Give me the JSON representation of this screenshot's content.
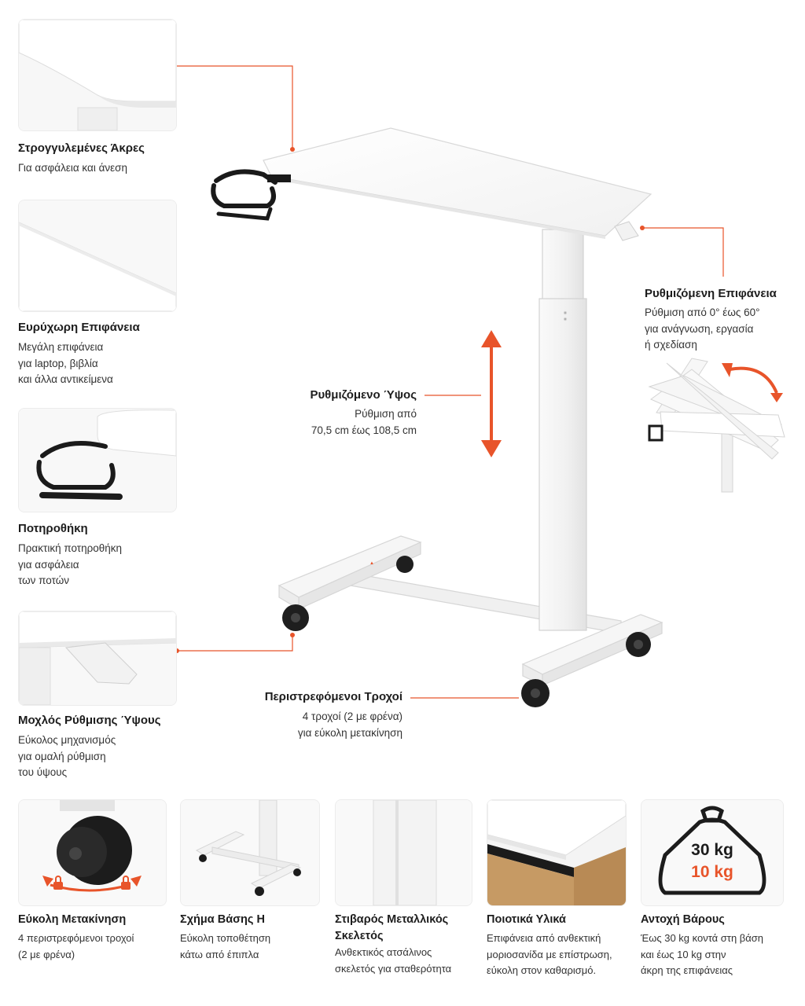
{
  "features": {
    "rounded_edges": {
      "title": "Στρογγυλεμένες Άκρες",
      "lines": [
        "Για ασφάλεια και άνεση"
      ]
    },
    "spacious_surface": {
      "title": "Ευρύχωρη Επιφάνεια",
      "lines": [
        "Μεγάλη επιφάνεια",
        "για laptop, βιβλία",
        "και άλλα αντικείμενα"
      ]
    },
    "cup_holder": {
      "title": "Ποτηροθήκη",
      "lines": [
        "Πρακτική ποτηροθήκη",
        "για ασφάλεια",
        "των ποτών"
      ]
    },
    "height_lever": {
      "title": "Μοχλός Ρύθμισης Ύψους",
      "lines": [
        "Εύκολος μηχανισμός",
        "για ομαλή ρύθμιση",
        "του ύψους"
      ]
    }
  },
  "callouts": {
    "height": {
      "title": "Ρυθμιζόμενο Ύψος",
      "lines": [
        "Ρύθμιση από",
        "70,5 cm έως 108,5 cm"
      ]
    },
    "tilt": {
      "title": "Ρυθμιζόμενη Επιφάνεια",
      "lines": [
        "Ρύθμιση από 0° έως 60°",
        "για ανάγνωση, εργασία",
        "ή σχεδίαση"
      ]
    },
    "casters": {
      "title": "Περιστρεφόμενοι Τροχοί",
      "lines": [
        "4 τροχοί (2 με φρένα)",
        "για εύκολη μετακίνηση"
      ]
    }
  },
  "bottom": [
    {
      "title": [
        "Εύκολη Μετακίνηση"
      ],
      "lines": [
        "4 περιστρεφόμενοι τροχοί",
        "(2 με φρένα)"
      ]
    },
    {
      "title": [
        "Σχήμα Βάσης Η"
      ],
      "lines": [
        "Εύκολη τοποθέτηση",
        "κάτω από έπιπλα"
      ]
    },
    {
      "title": [
        "Στιβαρός Μεταλλικός",
        "Σκελετός"
      ],
      "lines": [
        "Ανθεκτικός ατσάλινος",
        "σκελετός για σταθερότητα"
      ]
    },
    {
      "title": [
        "Ποιοτικά Υλικά"
      ],
      "lines": [
        "Επιφάνεια από ανθεκτική",
        "μοριοσανίδα με επίστρωση,",
        "εύκολη στον καθαρισμό."
      ]
    },
    {
      "title": [
        "Αντοχή Βάρους"
      ],
      "lines": [
        "Έως 30 kg κοντά στη βάση",
        "και έως 10 kg στην",
        "άκρη της επιφάνειας"
      ]
    }
  ],
  "weight_badge": {
    "base": "30 kg",
    "edge": "10 kg"
  },
  "colors": {
    "accent": "#e8542a",
    "frame": "#f4f4f4",
    "outline": "#d8d8d8",
    "dark": "#1c1c1c"
  },
  "icons": [
    "cup-holder-icon",
    "caster-wheel-icon",
    "lock-icon",
    "weight-icon",
    "double-arrow-icon",
    "curved-arrow-icon"
  ]
}
